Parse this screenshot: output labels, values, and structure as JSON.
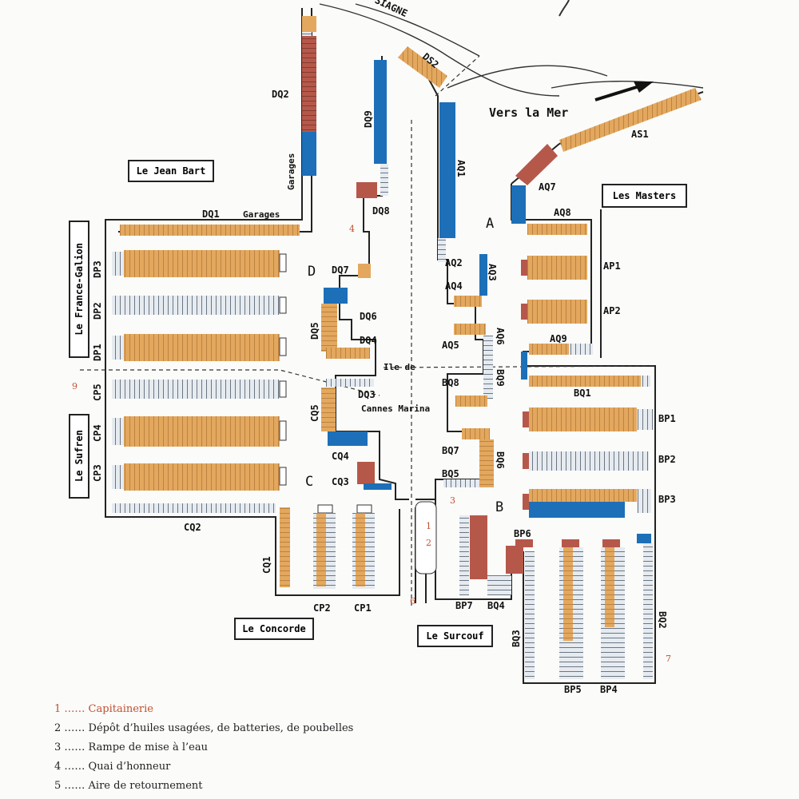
{
  "colors": {
    "orange": "#e3a85e",
    "blue": "#1d6fb8",
    "brown": "#b5584a",
    "grey": "#9aa5b1",
    "red_label": "#c0502f",
    "line": "#222222"
  },
  "map_texts": {
    "siagne": "SIAGNE",
    "vers_la_mer": "Vers la Mer",
    "A": "A",
    "B": "B",
    "C": "C",
    "D": "D",
    "ile_de": "Ile de",
    "cannes_marina": "Cannes Marina",
    "garages_v": "Garages",
    "garages_h": "Garages",
    "DQ1": "DQ1",
    "DQ2": "DQ2",
    "DQ3": "DQ3",
    "DQ4": "DQ4",
    "DQ5": "DQ5",
    "DQ6": "DQ6",
    "DQ7": "DQ7",
    "DQ8": "DQ8",
    "DQ9": "DQ9",
    "DS2": "DS2",
    "AS1": "AS1",
    "AQ1": "AQ1",
    "AQ2": "AQ2",
    "AQ3": "AQ3",
    "AQ4": "AQ4",
    "AQ5": "AQ5",
    "AQ6": "AQ6",
    "AQ7": "AQ7",
    "AQ8": "AQ8",
    "AQ9": "AQ9",
    "AP1": "AP1",
    "AP2": "AP2",
    "DP1": "DP1",
    "DP2": "DP2",
    "DP3": "DP3",
    "CP1": "CP1",
    "CP2": "CP2",
    "CP3": "CP3",
    "CP4": "CP4",
    "CP5": "CP5",
    "CQ1": "CQ1",
    "CQ2": "CQ2",
    "CQ3": "CQ3",
    "CQ4": "CQ4",
    "CQ5": "CQ5",
    "BQ1": "BQ1",
    "BQ2": "BQ2",
    "BQ3": "BQ3",
    "BQ4": "BQ4",
    "BQ5": "BQ5",
    "BQ6": "BQ6",
    "BQ7": "BQ7",
    "BQ8": "BQ8",
    "BQ9": "BQ9",
    "BP1": "BP1",
    "BP2": "BP2",
    "BP3": "BP3",
    "BP4": "BP4",
    "BP5": "BP5",
    "BP6": "BP6",
    "BP7": "BP7",
    "n1": "1",
    "n2": "2",
    "n3": "3",
    "n4": "4",
    "n6": "6",
    "n7": "7",
    "n9": "9"
  },
  "zones": {
    "jean_bart": "Le Jean Bart",
    "masters": "Les Masters",
    "france_galion": "Le France-Galion",
    "sufren": "Le Sufren",
    "concorde": "Le Concorde",
    "surcouf": "Le Surcouf"
  },
  "legend": [
    {
      "num": "1",
      "text": "Capitainerie",
      "highlight": true
    },
    {
      "num": "2",
      "text": "Dépôt d’huiles usagées, de batteries, de poubelles",
      "highlight": false
    },
    {
      "num": "3",
      "text": "Rampe de mise à l’eau",
      "highlight": false
    },
    {
      "num": "4",
      "text": "Quai d’honneur",
      "highlight": false
    },
    {
      "num": "5",
      "text": "Aire de retournement",
      "highlight": false
    }
  ],
  "legend_sep": "……"
}
